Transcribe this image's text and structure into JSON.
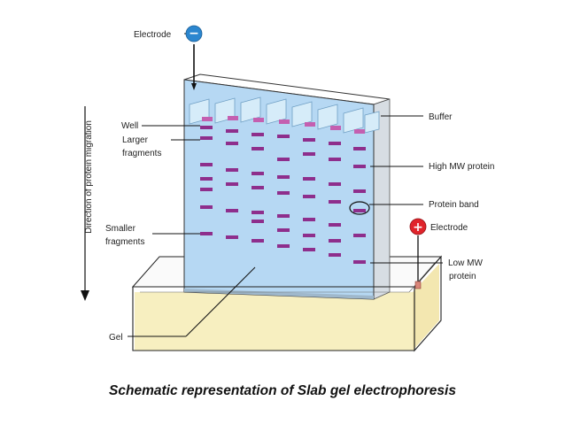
{
  "labels": {
    "electrode_top": "Electrode",
    "electrode_right": "Electrode",
    "direction": "Direction of protein migration",
    "well": "Well",
    "larger_fragments_1": "Larger",
    "larger_fragments_2": "fragments",
    "smaller_fragments_1": "Smaller",
    "smaller_fragments_2": "fragments",
    "gel": "Gel",
    "buffer": "Buffer",
    "high_mw": "High MW protein",
    "protein_band": "Protein band",
    "low_mw_1": "Low MW",
    "low_mw_2": "protein"
  },
  "symbols": {
    "negative": "−",
    "positive": "+"
  },
  "caption": "Schematic representation of Slab gel electrophoresis",
  "colors": {
    "gel": "#b6d8f3",
    "band": "#8e2e8c",
    "well": "#c45fb0",
    "buffer": "#f7efc0",
    "negative_electrode": "#2b86cf",
    "positive_electrode": "#e0242b"
  }
}
